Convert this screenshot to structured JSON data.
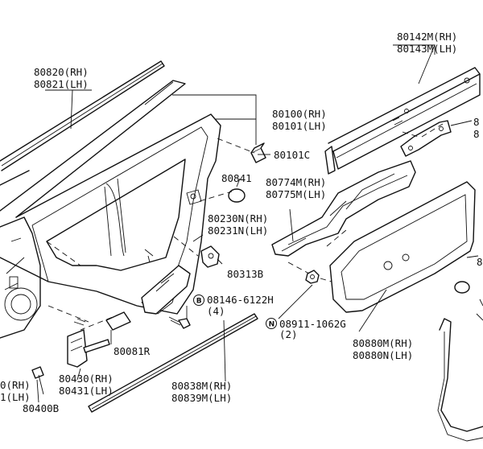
{
  "labels": {
    "p80142": [
      "80142M(RH)",
      "80143M(LH)"
    ],
    "p80820": [
      "80820(RH)",
      "80821(LH)"
    ],
    "p80100": [
      "80100(RH)",
      "80101(LH)"
    ],
    "p80101c": "80101C",
    "p80841": "80841",
    "p80774": [
      "80774M(RH)",
      "80775M(LH)"
    ],
    "p80230": [
      "80230N(RH)",
      "80231N(LH)"
    ],
    "p80313": "80313B",
    "p08146": [
      "08146-6122H",
      "(4)"
    ],
    "p08911": [
      "08911-1062G",
      "(2)"
    ],
    "p80081": "80081R",
    "p80880": [
      "80880M(RH)",
      "80880N(LH)"
    ],
    "p80430": [
      "80430(RH)",
      "80431(LH)"
    ],
    "p80400": [
      "0(RH)",
      "1(LH)"
    ],
    "p80400b": "80400B",
    "p80838": [
      "80838M(RH)",
      "80839M(LH)"
    ],
    "edge_right_1": "8",
    "edge_right_2": "8",
    "edge_right_3": "8"
  },
  "badges": {
    "bolt_b": "B",
    "nut_n": "N"
  }
}
